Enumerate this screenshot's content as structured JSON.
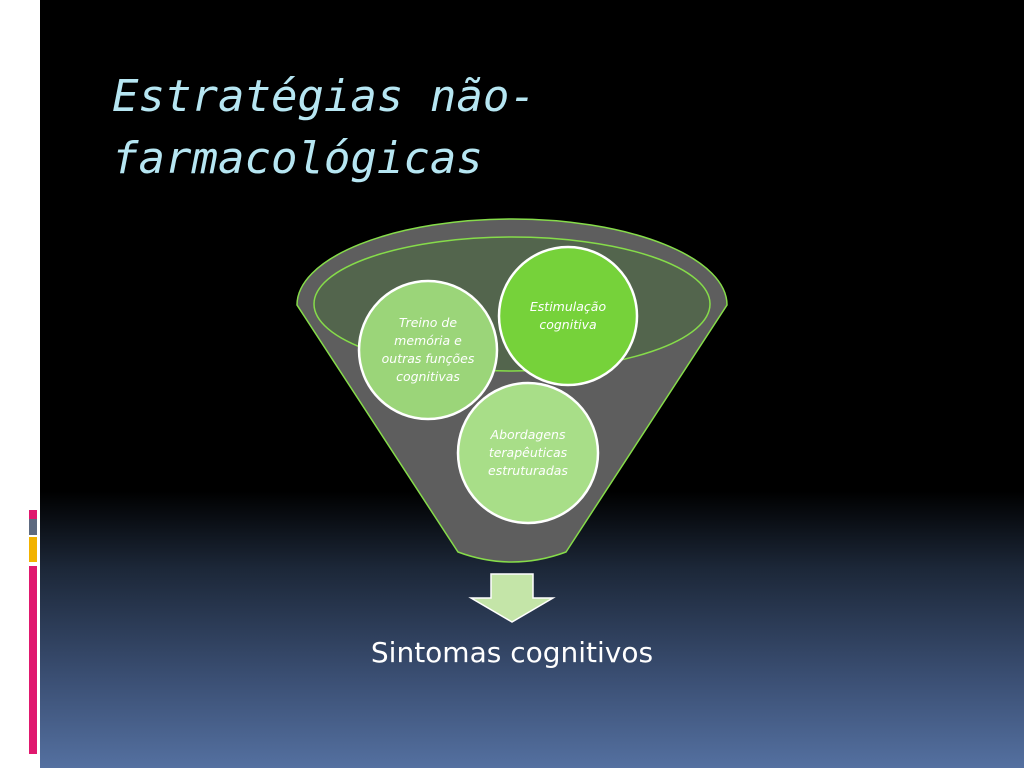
{
  "slide": {
    "title_line1": "Estratégias não-",
    "title_line2": "farmacológicas"
  },
  "diagram": {
    "type": "funnel",
    "inputs": [
      "Treino de memória e outras funções cognitivas",
      "Estimulação cognitiva",
      "Abordagens terapêuticas estruturadas"
    ],
    "output": "Sintomas cognitivos"
  },
  "colors": {
    "background_top": "#000000",
    "background_bottom": "#5470a0",
    "title": "#b6e6f2",
    "funnel_fill": "#5e5e5e",
    "accent_green": "#76d23a",
    "light_green": "#a8de88",
    "arrow": "#c4e5a8",
    "side_magenta": "#e0186e",
    "side_yellow": "#f2b200",
    "side_slate": "#5e6a80"
  }
}
